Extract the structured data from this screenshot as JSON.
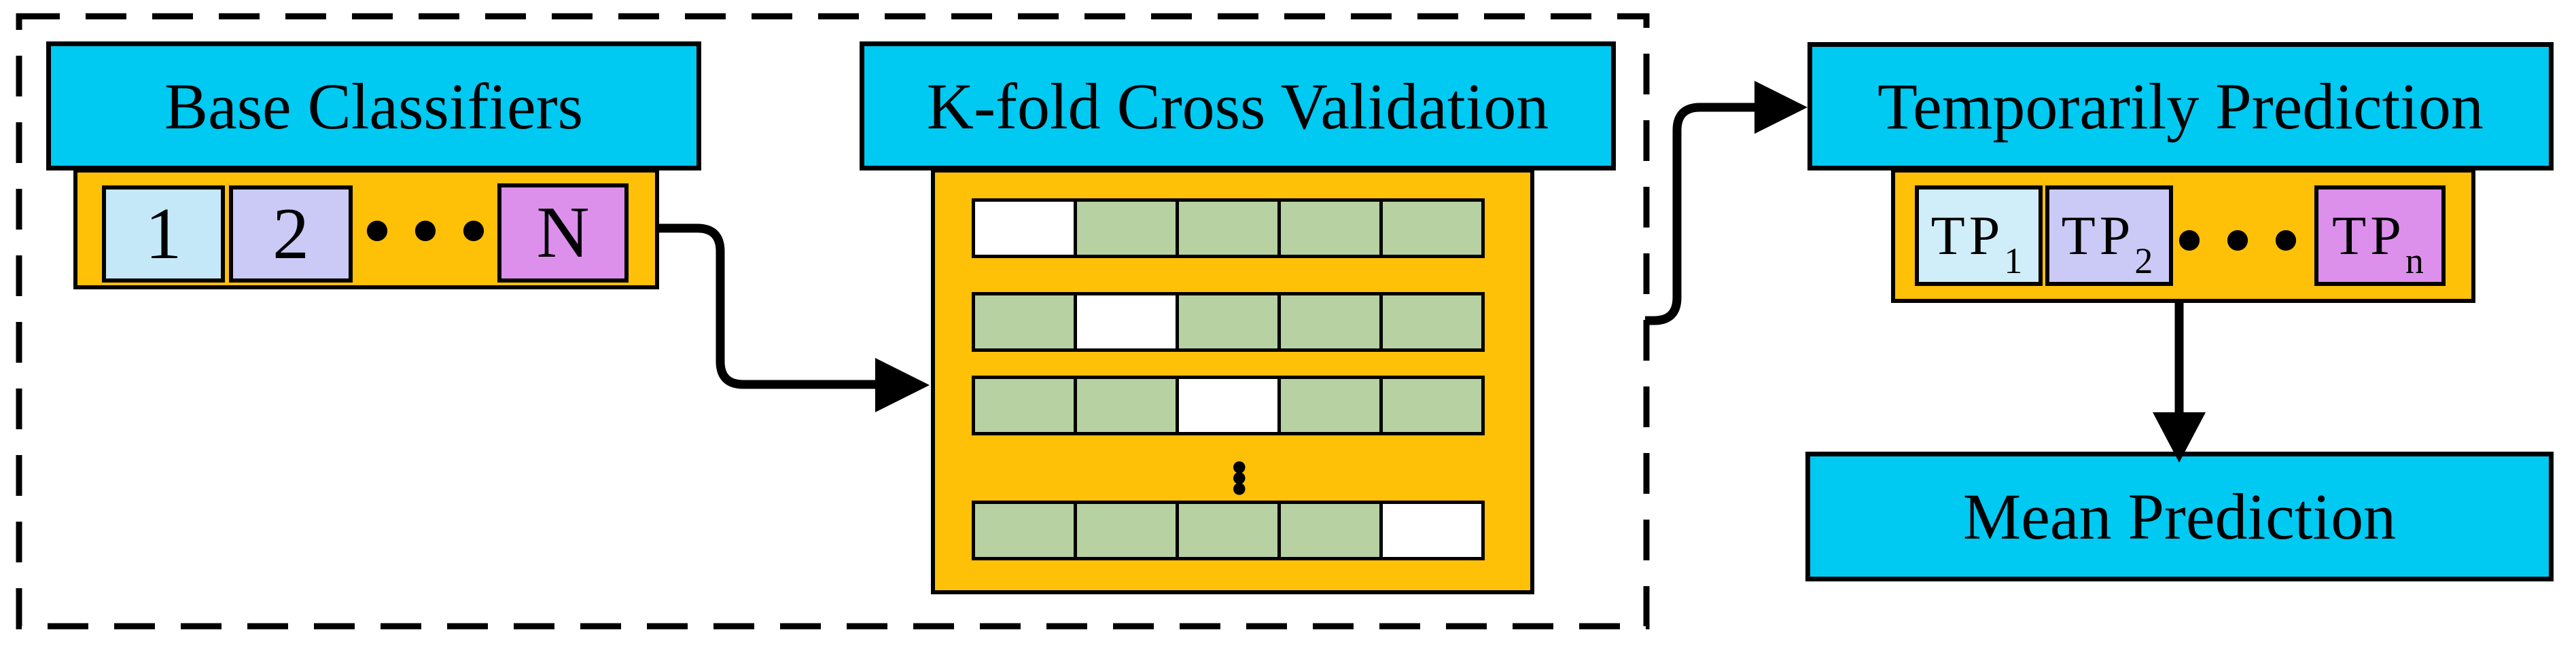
{
  "colors": {
    "header_fill": "#00C9F2",
    "panel_fill": "#FFC008",
    "train_cell": "#B7D1A2",
    "test_cell": "#FFFFFF",
    "item1_fill": "#C4E8F7",
    "tp1_fill": "#CFEEFA",
    "item2_fill": "#CBC9F5",
    "itemN_fill": "#DC90EC",
    "outline": "#000000"
  },
  "base_classifiers": {
    "title": "Base Classifiers",
    "items": [
      {
        "label": "1"
      },
      {
        "label": "2"
      },
      {
        "label": "N"
      }
    ],
    "ellipsis": "•••"
  },
  "kfold": {
    "title": "K-fold Cross Validation",
    "rows": [
      [
        "test",
        "train",
        "train",
        "train",
        "train"
      ],
      [
        "train",
        "test",
        "train",
        "train",
        "train"
      ],
      [
        "train",
        "train",
        "test",
        "train",
        "train"
      ],
      [
        "train",
        "train",
        "train",
        "train",
        "test"
      ]
    ],
    "vertical_ellipsis": "•••"
  },
  "temporarily_prediction": {
    "title": "Temporarily Prediction",
    "items": [
      {
        "main": "TP",
        "sub": "1"
      },
      {
        "main": "TP",
        "sub": "2"
      },
      {
        "main": "TP",
        "sub": "n"
      }
    ],
    "ellipsis": "•••"
  },
  "mean_prediction": {
    "title": "Mean Prediction"
  }
}
